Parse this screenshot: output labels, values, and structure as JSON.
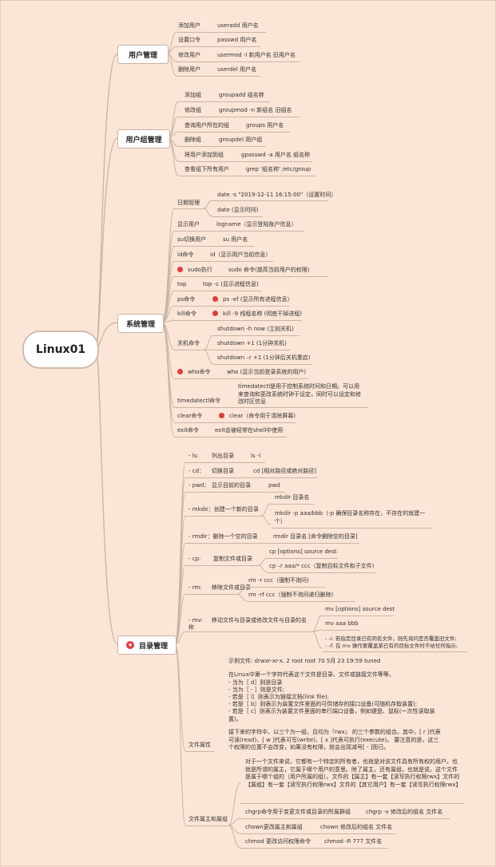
{
  "root": {
    "label": "Linux01"
  },
  "user_mgmt": {
    "title": "用户管理",
    "items": [
      {
        "label": "添加用户",
        "cmd": "useradd  用户名"
      },
      {
        "label": "设置口令",
        "cmd": "passwd 用户名"
      },
      {
        "label": "修改用户",
        "cmd": "usermod -l 新用户名  旧用户名"
      },
      {
        "label": "删除用户",
        "cmd": "userdel 用户名"
      }
    ]
  },
  "group_mgmt": {
    "title": "用户组管理",
    "items": [
      {
        "label": "添加组",
        "cmd": "groupadd 组名称"
      },
      {
        "label": "修改组",
        "cmd": "groupmod  -n 新组名  旧组名"
      },
      {
        "label": "查询用户所在的组",
        "cmd": "groups 用户名"
      },
      {
        "label": "删除组",
        "cmd": "groupdel 用户组"
      },
      {
        "label": "将用户添加到组",
        "cmd": "gpasswd -a 用户名 组名称"
      },
      {
        "label": "查看组下所有用户",
        "cmd": "grep '组名称' /etc/group"
      }
    ]
  },
  "sys_mgmt": {
    "title": "系统管理",
    "date_label": "日期管理",
    "date_1": "date -s \"2019-12-11 16:15:00\"（设置时间）",
    "date_2": "date (显示时间)",
    "logname_label": "显示用户",
    "logname_cmd": "logname（显示登陆账户信息）",
    "su_label": "su切换用户",
    "su_cmd": "su 用户名",
    "id_label": "id命令",
    "id_cmd": "id（显示用户当前信息）",
    "sudo_label": "sudo执行",
    "sudo_cmd": "sudo 命令(提高当前用户的权限)",
    "top_label": "top",
    "top_cmd": "top -c (显示进程信息)",
    "ps_label": "ps命令",
    "ps_cmd": "ps -ef (显示所有进程信息）",
    "kill_label": "kill命令",
    "kill_cmd": "kill -9 线程名称 (彻底干掉进程)",
    "shutdown_label": "关机命令",
    "shutdown_1": "shutdown -h now (立刻关机)",
    "shutdown_2": "shutdown +1 (1分钟关机)",
    "shutdown_3": "shutdown –r +1 (1分钟后关机重启)",
    "who_label": "who命令",
    "who_cmd": "who (显示当前登录系统的用户)",
    "timedatectl_label": "timedatectl命令",
    "timedatectl_desc": "timedatectl是用于控制系统时间和日期。可以用来查询和更改系统时钟于设定，同时可以设定和修改时区信息",
    "clear_label": "clear命令",
    "clear_cmd": "clear（命令用于清除屏幕)",
    "exit_label": "exit命令",
    "exit_cmd": "exit会被经常在shell中使用"
  },
  "dir_mgmt": {
    "title": "目录管理",
    "ls_label": "- ls:",
    "ls_desc": "列出目录",
    "ls_cmd": "ls -l",
    "cd_label": "- cd：",
    "cd_desc": "切换目录",
    "cd_cmd": "cd [相对路径或绝对路径]",
    "pwd_label": "- pwd：",
    "pwd_desc": "显示目前的目录",
    "pwd_cmd": "pwd",
    "mkdir_label": "- mkdir：创建一个新的目录",
    "mkdir_1": "mkdir 目录名",
    "mkdir_2": "mkdir -p aaa/bbb（-p 确保目录名称存在，不存在的就建一个）",
    "rmdir_label": "- rmdir：删除一个空的目录",
    "rmdir_cmd": "rmdir 目录名   [命令删除空的目录]",
    "cp_label": "- cp:",
    "cp_desc": "复制文件或目录",
    "cp_1": "cp [options] source dest",
    "cp_2": "cp –r aaa/*  ccc（复制目标文件和子文件)",
    "rm_label": "- rm:",
    "rm_desc": "移除文件或目录",
    "rm_1": "rm -r  ccc（强制不询问)",
    "rm_2": "rm -rf ccc（强制不询问递归删除)",
    "mv_label": "- mv:",
    "mv_label2": "称",
    "mv_desc": "移动文件与目录或修改文件与目录的名",
    "mv_1": "mv [options] source dest",
    "mv_2": "mv aaa bbb",
    "mv_3a": "- -i: 若指定目录已有同名文件，则先询问是否覆盖旧文件;",
    "mv_3b": "- -f: 在 mv 操作要覆盖某已有的目标文件时不给任何指示;",
    "attr_label": "文件属性",
    "attr_example": "示例文件:  drwxr-xr-x.  2 root root     70 5月   23 19:59 tuned",
    "attr_intro": "在Linux中第一个字符代表这个文件是目录、文件或链接文件等等。",
    "attr_d": "- 当为［ d］则是目录",
    "attr_dash": "- 当为［ - ］则是文件;",
    "attr_l": "- 若是［ l］则表示为链接文档(link file);",
    "attr_b": "- 若是［ b］则表示为装置文件里面的可供储存的接口设备(可随机存取装置);",
    "attr_c": "- 若是［ c］则表示为装置文件里面的串行端口设备，例如键盘、鼠标(一次性读取装置)。",
    "attr_rwx": "接下来的字符中，以三个为一组，且均为『rwx』 的三个参数的组合。其中，[ r ]代表可读(read)、[ w ]代表可写(write)、[ x ]代表可执行(execute)。 要注意的是，这三个权限的位置不会改变，如果没有权限，就会出现减号[ - ]而已。",
    "owner_label": "文件属主和属组",
    "owner_desc": "对于一个文件来说，它都有一个特定的所有者，也就是对该文件具有所有权的用户。也就是所谓的属主，它属于哪个用户的意思。除了属主，还有属组，也就是说，这个文件是属于哪个组的（用户所属的组）。文件的【属主】有一套【读写执行权限rwx】文件的【属组】有一套【读写执行权限rwx】文件的【其它用户】有一套【读写执行权限rwx】",
    "chgrp_label": "chgrp命令用于变更文件或目录的所属群组",
    "chgrp_cmd": "chgrp -v 修改后的组名 文件名",
    "chown_label": "chown更改属主和属组",
    "chown_cmd": "chown 修改后的组名 文件名",
    "chmod_label": "chmod 更改访问权限命令",
    "chmod_cmd": "chmod   -R 777  文件名"
  },
  "colors": {
    "background": "#fbe5d6",
    "line": "#c9b3a3",
    "marker": "#e23b3b"
  }
}
